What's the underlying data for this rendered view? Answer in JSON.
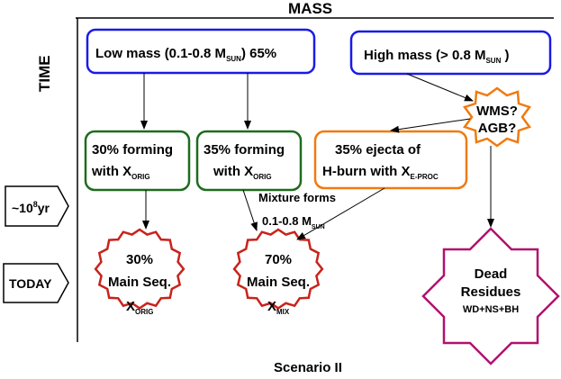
{
  "axes": {
    "mass_label": "MASS",
    "time_label": "TIME"
  },
  "time_markers": {
    "t1": {
      "prefix": "~10",
      "sup": "8",
      "suffix": "yr"
    },
    "today": "TODAY"
  },
  "boxes": {
    "low_mass": {
      "text": "Low mass (0.1-0.8 M",
      "sub": "SUN",
      "tail": ")  65%"
    },
    "high_mass": {
      "text": "High mass (> 0.8 M",
      "sub": "SUN",
      "tail": " )"
    },
    "forming_orig": {
      "line1": "30%  forming",
      "line2": "with  X",
      "sub": "ORIG"
    },
    "forming_orig2": {
      "line1": "35%  forming",
      "line2": "with  X",
      "sub": "ORIG"
    },
    "ejecta": {
      "line1": "35%     ejecta of",
      "line2": "H-burn with  X",
      "sub": "E-PROC"
    }
  },
  "wms_agb": {
    "line1": "WMS?",
    "line2": "AGB?"
  },
  "mixture": {
    "line1": "Mixture forms",
    "line2": "0.1-0.8 M",
    "sub": "SUN"
  },
  "main_seq_orig": {
    "line1": "30%",
    "line2": "Main Seq.",
    "line3": "X",
    "sub": "ORIG"
  },
  "main_seq_mix": {
    "line1": "70%",
    "line2": "Main Seq.",
    "line3": "X",
    "sub": "MIX"
  },
  "dead_residues": {
    "line1": "Dead",
    "line2": "Residues",
    "line3": "WD+NS+BH"
  },
  "caption": "Scenario II",
  "colors": {
    "blue": "#1a1ae6",
    "green": "#1f6b1f",
    "orange": "#f07a10",
    "red": "#c8231c",
    "magenta": "#b0126e",
    "black": "#000000"
  }
}
